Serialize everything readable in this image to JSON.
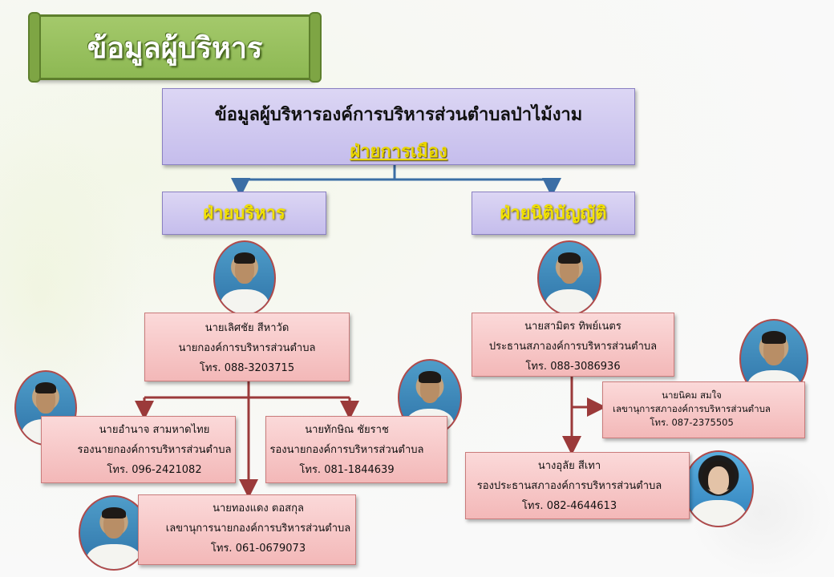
{
  "banner": {
    "title": "ข้อมูลผู้บริหาร"
  },
  "header": {
    "title": "ข้อมูลผู้บริหารองค์การบริหารส่วนตำบลป่าไม้งาม",
    "subtitle": "ฝ่ายการเมือง"
  },
  "departments": {
    "executive": "ฝ่ายบริหาร",
    "legislative": "ฝ่ายนิติบัญญัติ"
  },
  "people": {
    "mayor": {
      "name": "นายเลิศชัย  สีหาวัด",
      "position": "นายกองค์การบริหารส่วนตำบล",
      "phone": "โทร. 088-3203715"
    },
    "deputy1": {
      "name": "นายอำนาจ  สามหาดไทย",
      "position": "รองนายกองค์การบริหารส่วนตำบล",
      "phone": "โทร. 096-2421082"
    },
    "deputy2": {
      "name": "นายทักษิณ  ชัยราช",
      "position": "รองนายกองค์การบริหารส่วนตำบล",
      "phone": "โทร. 081-1844639"
    },
    "secretary": {
      "name": "นายทองแดง  ตอสกุล",
      "position": "เลขานุการนายกองค์การบริหารส่วนตำบล",
      "phone": "โทร. 061-0679073"
    },
    "council_president": {
      "name": "นายสามิตร  ทิพย์เนตร",
      "position": "ประธานสภาองค์การบริหารส่วนตำบล",
      "phone": "โทร. 088-3086936"
    },
    "council_secretary": {
      "name": "นายนิคม  สมใจ",
      "position": "เลขานุการสภาองค์การบริหารส่วนตำบล",
      "phone": "โทร. 087-2375505"
    },
    "council_vice": {
      "name": "นางอุลัย  สีเทา",
      "position": "รองประธานสภาองค์การบริหารส่วนตำบล",
      "phone": "โทร. 082-4644613"
    }
  },
  "colors": {
    "connector_blue": "#3b6ea5",
    "connector_red": "#9b3a3a",
    "banner_green": "#8db853"
  }
}
